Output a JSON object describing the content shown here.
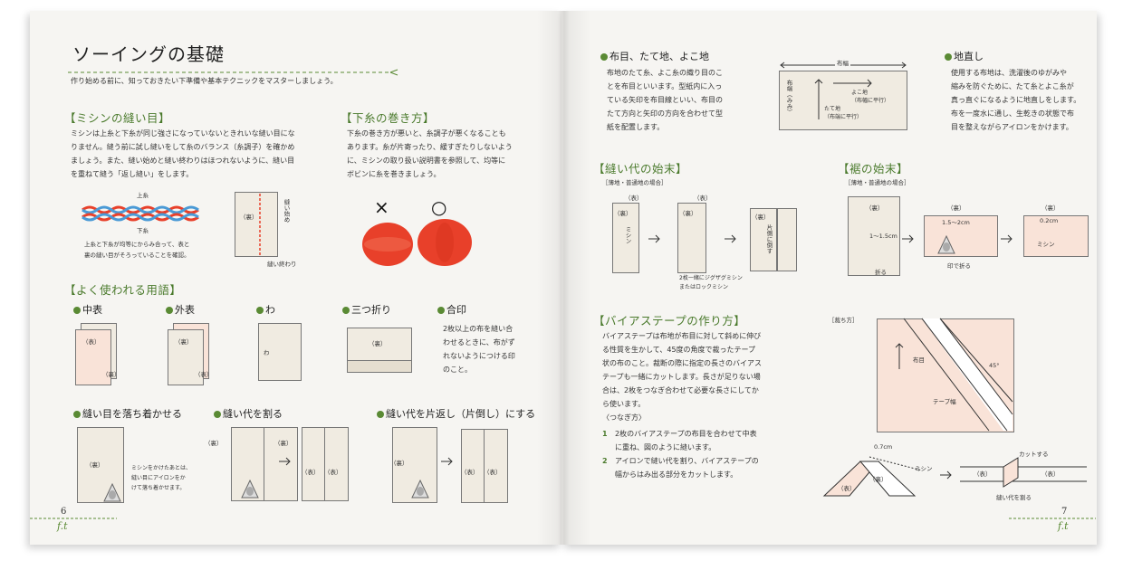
{
  "left_page": {
    "title": "ソーイングの基礎",
    "intro": "作り始める前に、知っておきたい下準備や基本テクニックをマスターしましょう。",
    "page_number": "6",
    "logo": "f.t",
    "mishin": {
      "heading": "【ミシンの縫い目】",
      "lines": [
        "ミシンは上糸と下糸が同じ強さになっていないときれいな縫い目にな",
        "りません。縫う前に試し縫いをして糸のバランス（糸調子）を確かめ",
        "ましょう。また、縫い始めと縫い終わりはほつれないように、縫い目",
        "を重ねて縫う「返し縫い」をします。"
      ],
      "label_uwaito": "上糸",
      "label_shitaito": "下糸",
      "caption": [
        "上糸と下糸が均等にからみ合って、表と",
        "裏の縫い目がそろっていることを確認。"
      ],
      "label_ura": "（裏）",
      "label_nuihajime": "縫い始め",
      "label_nuiowari": "縫い終わり"
    },
    "bobbin": {
      "heading": "【下糸の巻き方】",
      "lines": [
        "下糸の巻き方が悪いと、糸調子が悪くなることも",
        "あります。糸が片寄ったり、緩すぎたりしないよう",
        "に、ミシンの取り扱い説明書を参照して、均等に",
        "ボビンに糸を巻きましょう。"
      ],
      "bad_symbol": "×",
      "good_symbol": "○",
      "thread_color": "#e8402a"
    },
    "terms": {
      "heading": "【よく使われる用語】",
      "items": [
        {
          "name": "中表",
          "labels": [
            "（表）",
            "（裏）"
          ]
        },
        {
          "name": "外表",
          "labels": [
            "（裏）",
            "（表）"
          ]
        },
        {
          "name": "わ",
          "labels": [
            "わ"
          ]
        },
        {
          "name": "三つ折り",
          "labels": [
            "（裏）"
          ]
        },
        {
          "name": "合印",
          "labels": []
        }
      ],
      "aijirushi_lines": [
        "2枚以上の布を縫い合",
        "わせるときに、布がず",
        "れないようにつける印",
        "のこと。"
      ]
    },
    "bottom": {
      "ochitsukaseru": "縫い目を落ち着かせる",
      "waru": "縫い代を割る",
      "katagaeshi": "縫い代を片返し（片倒し）にする",
      "iron_caption": [
        "ミシンをかけたあとは、",
        "縫い目にアイロンをか",
        "けて落ち着かせます。"
      ],
      "label_ura": "（裏）",
      "label_omote": "（表）"
    }
  },
  "right_page": {
    "page_number": "7",
    "logo": "f.t",
    "grain": {
      "heading": "布目、たて地、よこ地",
      "lines": [
        "布地のたて糸、よこ糸の織り目のこ",
        "とを布目といいます。型紙内に入っ",
        "ている矢印を布目線といい、布目の",
        "たて方向と矢印の方向を合わせて型",
        "紙を配置します。"
      ],
      "label_haba": "布幅",
      "label_mimi": "布端（みみ）",
      "label_tateji": "たて地",
      "label_tateji_sub": "（布端に平行）",
      "label_yokoji": "よこ地",
      "label_yokoji_sub": "（布幅に平行）"
    },
    "jinaoshi": {
      "heading": "地直し",
      "lines": [
        "使用する布地は、洗濯後のゆがみや",
        "縮みを防ぐために、たて糸とよこ糸が",
        "真っ直ぐになるように地直しをします。",
        "布を一度水に通し、生乾きの状態で布",
        "目を整えながらアイロンをかけます。"
      ]
    },
    "seam_finish": {
      "heading": "【縫い代の始末】",
      "sub": "［薄地・普通地の場合］",
      "label_omote": "（表）",
      "label_ura": "（裏）",
      "label_mishin": "ミシン",
      "label_katagawa": "片側に倒す",
      "caption": [
        "2枚一緒にジグザグミシン",
        "またはロックミシン"
      ]
    },
    "hem": {
      "heading": "【裾の始末】",
      "sub": "［薄地・普通地の場合］",
      "label_ura": "（裏）",
      "m1": "1〜1.5cm",
      "m2": "1.5〜2cm",
      "m3": "0.2cm",
      "label_oru": "折る",
      "label_iron": "印で折る",
      "label_mishin": "ミシン"
    },
    "bias": {
      "heading": "【バイアステープの作り方】",
      "lines": [
        "バイアステープは布地が布目に対して斜めに伸び",
        "る性質を生かして、45度の角度で裁ったテープ",
        "状の布のこと。裁断の際に指定の長さのバイアス",
        "テープも一緒にカットします。長さが足りない場",
        "合は、2枚をつなぎ合わせて必要な長さにしてか",
        "ら使います。"
      ],
      "tsunagi": "〈つなぎ方〉",
      "steps": [
        {
          "num": "1",
          "lines": [
            "2枚のバイアステープの布目を合わせて中表",
            "に重ね、図のように縫います。"
          ]
        },
        {
          "num": "2",
          "lines": [
            "アイロンで縫い代を割り、バイアステープの",
            "幅からはみ出る部分をカットします。"
          ]
        }
      ],
      "label_saichi": "［裁ち方］",
      "label_nunome": "布目",
      "label_tape": "テープ幅",
      "label_45": "45°",
      "label_07": "0.7cm",
      "label_mishin": "ミシン",
      "label_cut": "カットする",
      "label_warul": "縫い代を割る",
      "label_omote": "（表）",
      "label_ura": "（裏）"
    }
  },
  "colors": {
    "accent_green": "#4a7a2c",
    "cloth": "#f0ebe1",
    "cloth_pink": "#f9e3d8",
    "thread_red": "#e8402a"
  }
}
